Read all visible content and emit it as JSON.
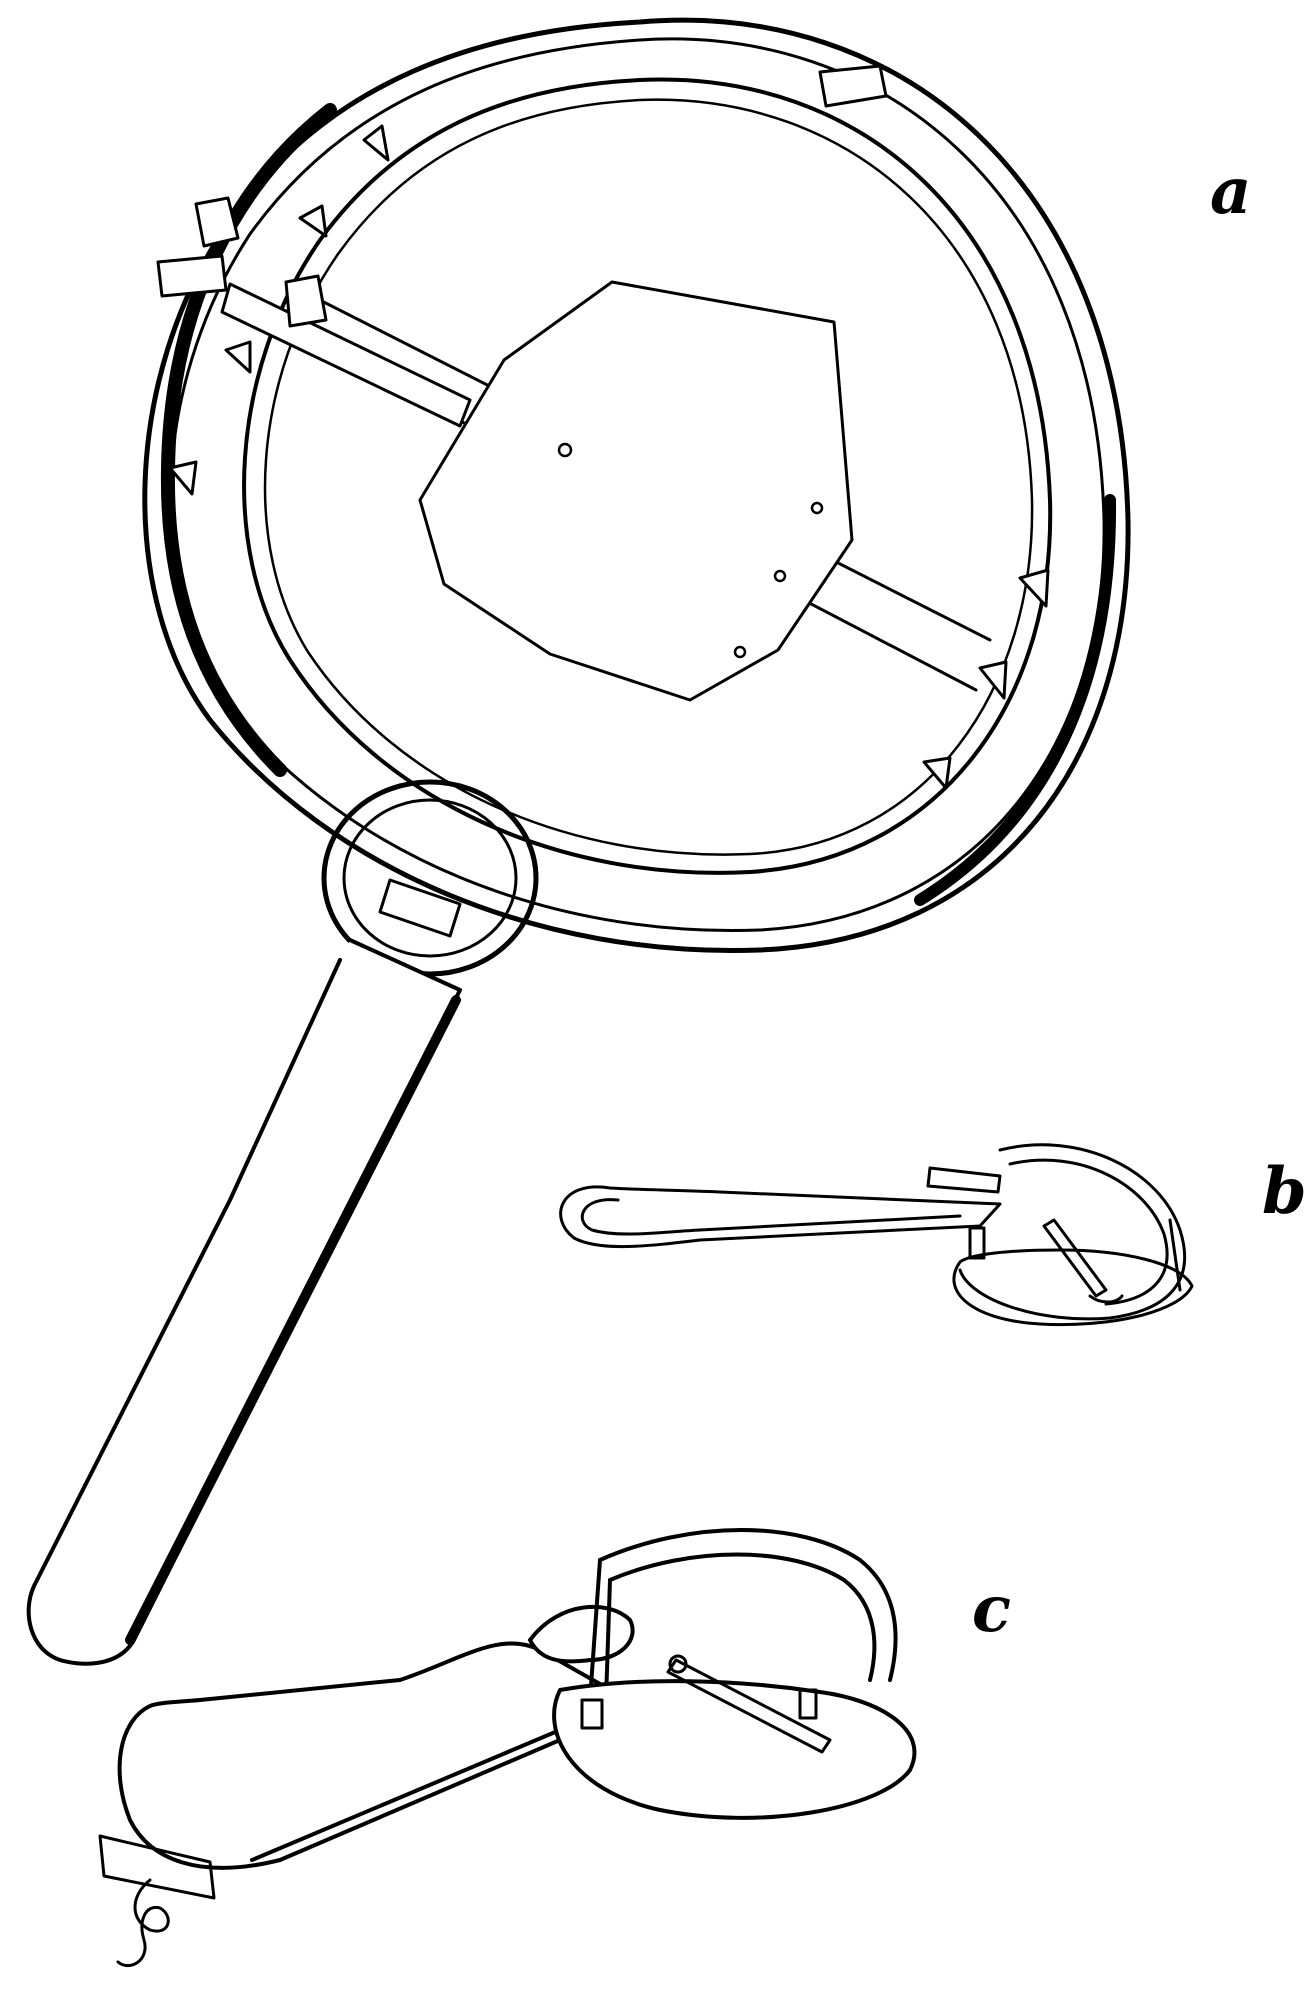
{
  "labels": {
    "a": "a",
    "b": "b",
    "c": "c"
  },
  "colors": {
    "ink": "#000000",
    "paper": "#ffffff"
  },
  "figures": [
    {
      "id": "a",
      "depicts": "large-round-trap"
    },
    {
      "id": "b",
      "depicts": "small-trap"
    },
    {
      "id": "c",
      "depicts": "medium-trap-with-chain-hook"
    }
  ]
}
